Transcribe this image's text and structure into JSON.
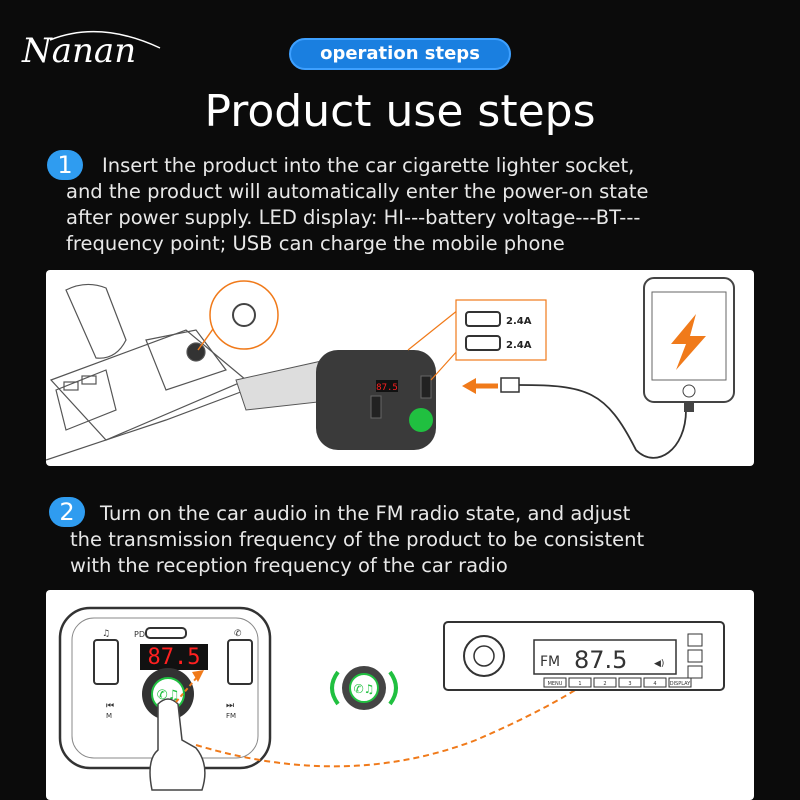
{
  "brand": {
    "logo_text": "Nanan"
  },
  "header": {
    "badge": "operation steps",
    "title": "Product use steps"
  },
  "steps": [
    {
      "number": "1",
      "lines": [
        "Insert the product into the car cigarette lighter socket,",
        "and the product will automatically enter the power-on state",
        "after power supply. LED display: HI---battery voltage---BT---",
        "frequency point; USB can charge the mobile phone"
      ],
      "figure": {
        "usb_port_1": "2.4A",
        "usb_port_2": "2.4A"
      }
    },
    {
      "number": "2",
      "lines": [
        "Turn on the car audio in the FM radio state, and adjust",
        "the transmission frequency of the product to be consistent",
        "with the reception frequency of the car radio"
      ],
      "figure": {
        "device_display": "87.5",
        "port_label": "PD",
        "prev_button": "M",
        "next_button": "FM",
        "radio_band": "FM",
        "radio_frequency": "87.5",
        "radio_buttons": [
          "MENU",
          "1",
          "2",
          "3",
          "4",
          "DISPLAY"
        ]
      }
    }
  ],
  "colors": {
    "accent_blue": "#2f9cf0",
    "arrow_orange": "#f07a1a",
    "led_red": "#ff2020",
    "icon_green": "#20c040"
  }
}
